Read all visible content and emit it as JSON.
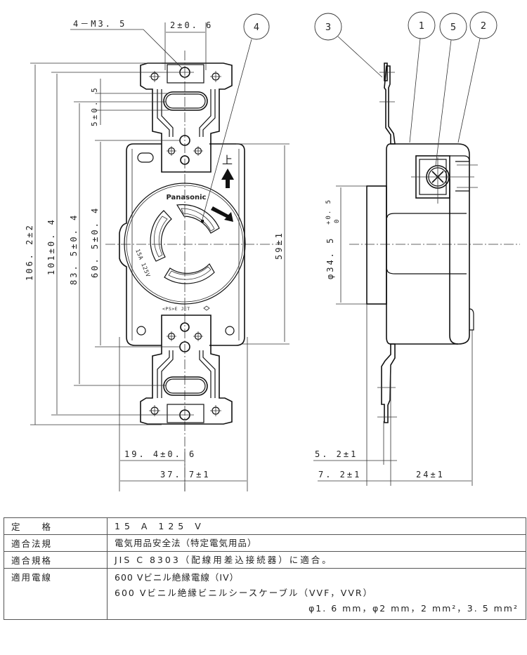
{
  "drawing": {
    "front_view": {
      "dimensions": {
        "screw_callout": "4－M3. 5",
        "top_offset": "2±0. 6",
        "slot_width": "5±0. 5",
        "overall_height": "106. 2±2",
        "mount_pitch": "101±0. 4",
        "slot_pitch": "83. 5±0. 4",
        "plate_screw_pitch": "60. 5±0. 4",
        "plate_height": "59±1",
        "half_width": "19. 4±0. 6",
        "overall_width": "37. 7±1"
      },
      "markings": {
        "brand": "Panasonic",
        "rating": "15A 125V",
        "up_mark": "上",
        "certification": "<PS>E JET"
      }
    },
    "side_view": {
      "dimensions": {
        "body_diameter": "φ34. 5",
        "tolerance_upper": "+0. 5",
        "tolerance_lower": "0",
        "plate_offset": "5. 2±1",
        "plate_depth": "7. 2±1",
        "body_depth": "24±1"
      }
    },
    "balloons": [
      "1",
      "2",
      "3",
      "4",
      "5"
    ]
  },
  "spec_table": {
    "rows": [
      {
        "label": "定　　格",
        "lines": [
          "15 A 125 V"
        ]
      },
      {
        "label": "適合法規",
        "lines": [
          "電気用品安全法（特定電気用品）"
        ]
      },
      {
        "label": "適合規格",
        "lines": [
          "JIS C 8303（配線用差込接続器）に適合。"
        ]
      },
      {
        "label": "適用電線",
        "lines": [
          "600 Vビニル絶縁電線（IV）",
          "600 Vビニル絶縁ビニルシースケーブル（VVF，VVR）",
          "φ1. 6 mm，φ2 mm，2 mm²，3. 5 mm²"
        ]
      }
    ]
  }
}
